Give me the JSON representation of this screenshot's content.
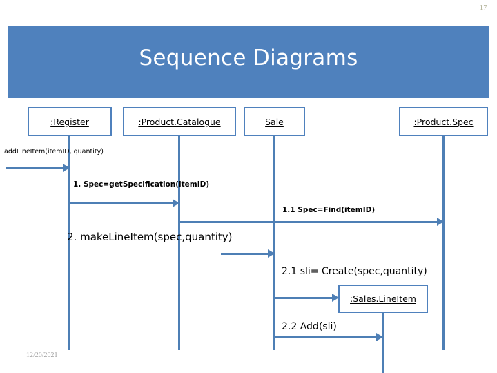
{
  "slide": {
    "page_number": "17",
    "title": "Sequence Diagrams",
    "footer_date": "12/20/2021",
    "banner_color": "#4F81BD",
    "line_color": "#4E7FB5"
  },
  "participants": [
    {
      "label": ":Register"
    },
    {
      "label": ":Product.Catalogue"
    },
    {
      "label": "Sale"
    },
    {
      "label": ":Product.Spec"
    },
    {
      "label": ":Sales.LineItem"
    }
  ],
  "messages": [
    {
      "label": "addLineItem(itemID, quantity)"
    },
    {
      "label": "1. Spec=getSpecification(itemID)"
    },
    {
      "label": "1.1 Spec=Find(itemID)"
    },
    {
      "label": "2. makeLineItem(spec,quantity)"
    },
    {
      "label": "2.1  sli= Create(spec,quantity)"
    },
    {
      "label": "2.2 Add(sli)"
    }
  ]
}
